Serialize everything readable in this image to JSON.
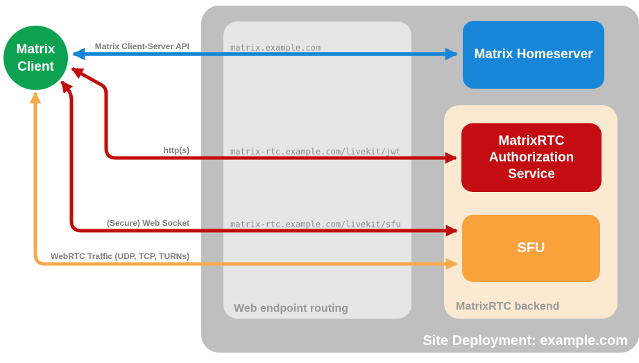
{
  "client": {
    "line1": "Matrix",
    "line2": "Client",
    "color": "#0ca251",
    "text_color": "#ffffff"
  },
  "site": {
    "label": "Site Deployment: example.com",
    "bg": "#bfbfbf",
    "label_color": "#ffffff"
  },
  "routing": {
    "label": "Web endpoint routing",
    "bg": "#e6e6e6",
    "label_color": "#999999",
    "endpoint_text_color": "#8c8c8c",
    "endpoints": [
      "matrix.example.com",
      "matrix-rtc.example.com/livekit/jwt",
      "matrix-rtc.example.com/livekit/sfu"
    ]
  },
  "backend": {
    "label": "MatrixRTC backend",
    "bg": "#fce9d2",
    "label_color": "#999999"
  },
  "nodes": {
    "homeserver": {
      "label": "Matrix Homeserver",
      "color": "#1786d8"
    },
    "auth": {
      "label": "MatrixRTC Authorization Service",
      "color": "#c30d12"
    },
    "sfu": {
      "label": "SFU",
      "color": "#f9a23c"
    }
  },
  "arrows": {
    "label_color": "#7f7f7f",
    "client_server_api": {
      "label": "Matrix Client-Server API",
      "color": "#1786d8",
      "bidirectional": true
    },
    "https": {
      "label": "http(s)",
      "color": "#c20b0b",
      "bidirectional": true
    },
    "websocket": {
      "label": "(Secure) Web Socket",
      "color": "#c20b0b",
      "bidirectional": true
    },
    "webrtc": {
      "label": "WebRTC Traffic (UDP, TCP, TURNs)",
      "color": "#f8a94a",
      "bidirectional": true
    }
  }
}
